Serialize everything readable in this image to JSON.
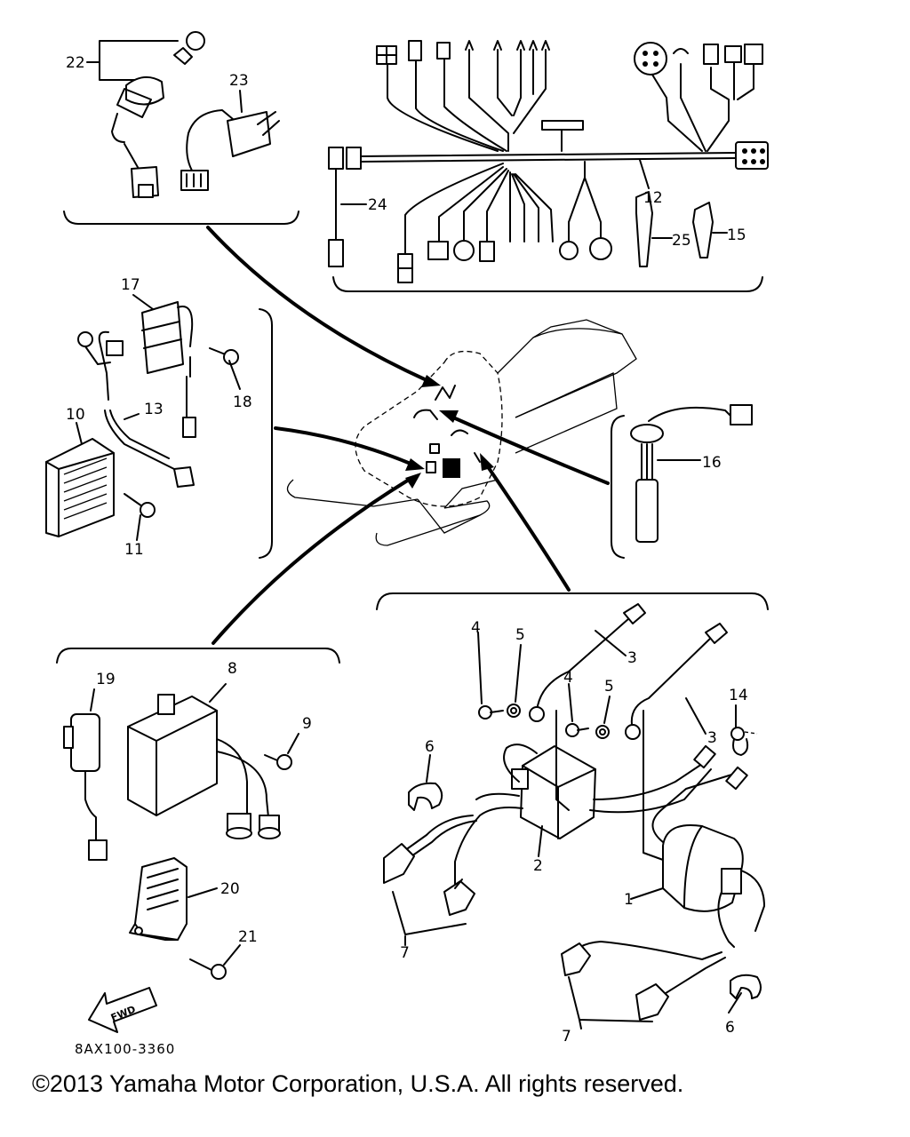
{
  "diagram": {
    "callouts": {
      "c22": "22",
      "c23": "23",
      "c24": "24",
      "c12": "12",
      "c25": "25",
      "c15": "15",
      "c17": "17",
      "c18": "18",
      "c10": "10",
      "c13": "13",
      "c11": "11",
      "c16": "16",
      "c19": "19",
      "c8": "8",
      "c9": "9",
      "c20": "20",
      "c21": "21",
      "c4a": "4",
      "c5a": "5",
      "c3a": "3",
      "c4b": "4",
      "c5b": "5",
      "c3b": "3",
      "c14": "14",
      "c6a": "6",
      "c2": "2",
      "c1": "1",
      "c7a": "7",
      "c7b": "7",
      "c6b": "6"
    },
    "fwd_label": "FWD",
    "part_code": "8AX100-3360"
  },
  "footer": {
    "copyright": "©2013 Yamaha Motor Corporation, U.S.A. All rights reserved."
  }
}
